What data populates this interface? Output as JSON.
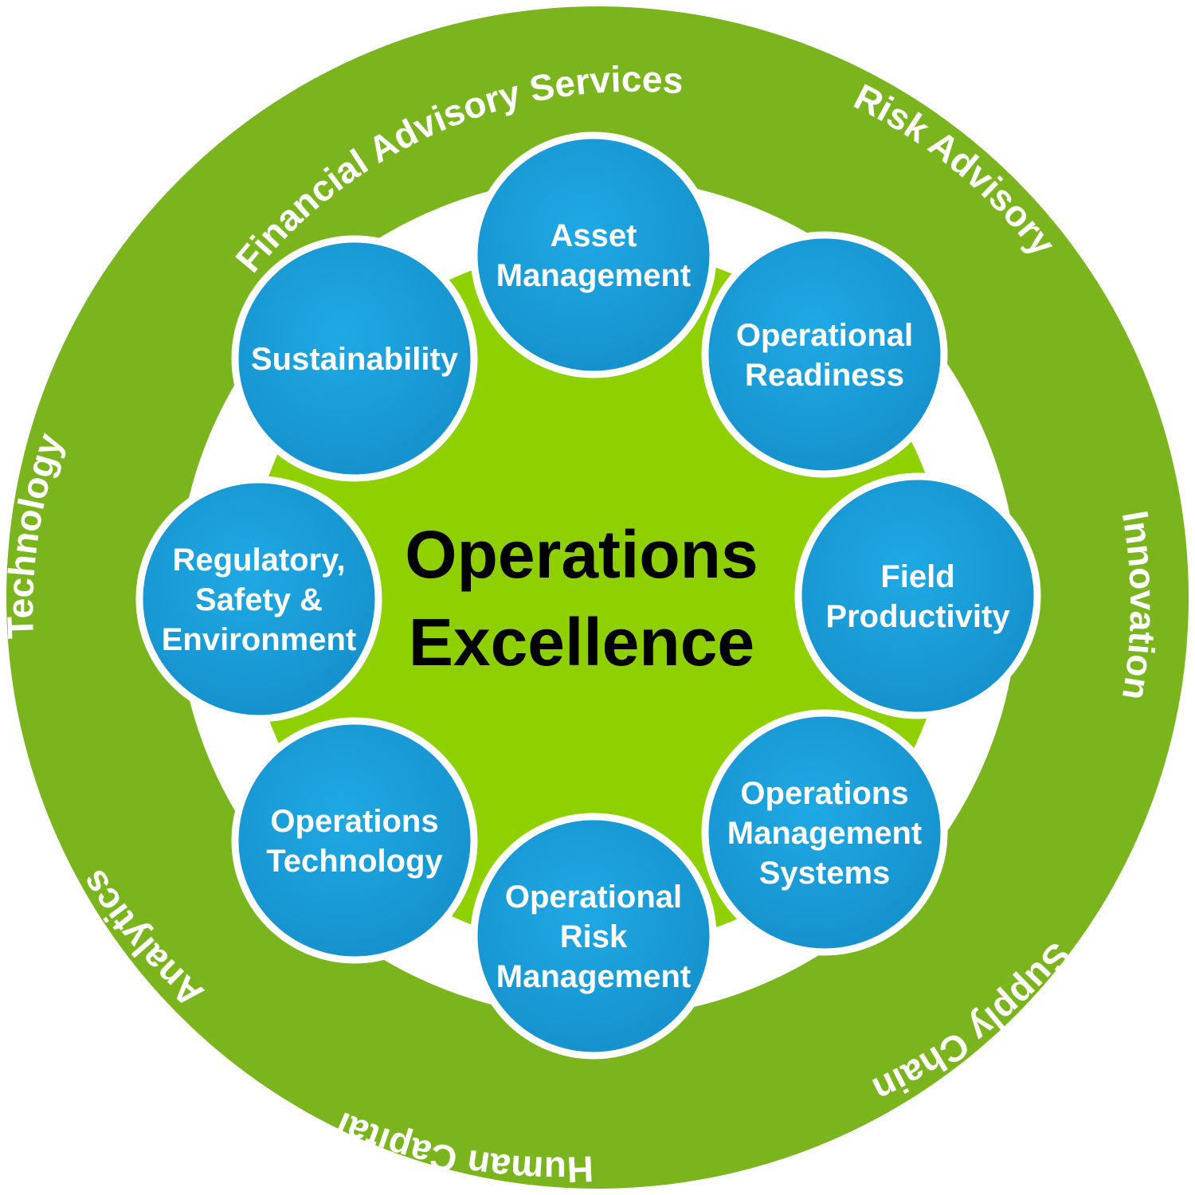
{
  "colors": {
    "outer_ring": "#7ab51d",
    "inner_disc": "#8fd000",
    "node_fill": "#1a9fdc",
    "node_fill_dark": "#1585c0",
    "node_border": "#ffffff",
    "center_text": "#000000",
    "ring_text": "#ffffff"
  },
  "center": {
    "line1": "Operations",
    "line2": "Excellence"
  },
  "outer_labels": [
    {
      "text": "Financial Advisory Services",
      "arc": "top"
    },
    {
      "text": "Risk Advisory",
      "arc": "top"
    },
    {
      "text": "Innovation",
      "arc": "right"
    },
    {
      "text": "Supply Chain",
      "arc": "bottom"
    },
    {
      "text": "Human Capital",
      "arc": "bottom"
    },
    {
      "text": "Analytics",
      "arc": "bottom"
    },
    {
      "text": "Technology",
      "arc": "left"
    }
  ],
  "nodes": [
    {
      "name": "asset-management",
      "lines": [
        "Asset",
        "Management"
      ]
    },
    {
      "name": "operational-readiness",
      "lines": [
        "Operational",
        "Readiness"
      ]
    },
    {
      "name": "field-productivity",
      "lines": [
        "Field",
        "Productivity"
      ]
    },
    {
      "name": "operations-management-systems",
      "lines": [
        "Operations",
        "Management",
        "Systems"
      ]
    },
    {
      "name": "operational-risk-management",
      "lines": [
        "Operational",
        "Risk",
        "Management"
      ]
    },
    {
      "name": "operations-technology",
      "lines": [
        "Operations",
        "Technology"
      ]
    },
    {
      "name": "regulatory-safety-environment",
      "lines": [
        "Regulatory,",
        "Safety &",
        "Environment"
      ]
    },
    {
      "name": "sustainability",
      "lines": [
        "Sustainability"
      ]
    }
  ]
}
